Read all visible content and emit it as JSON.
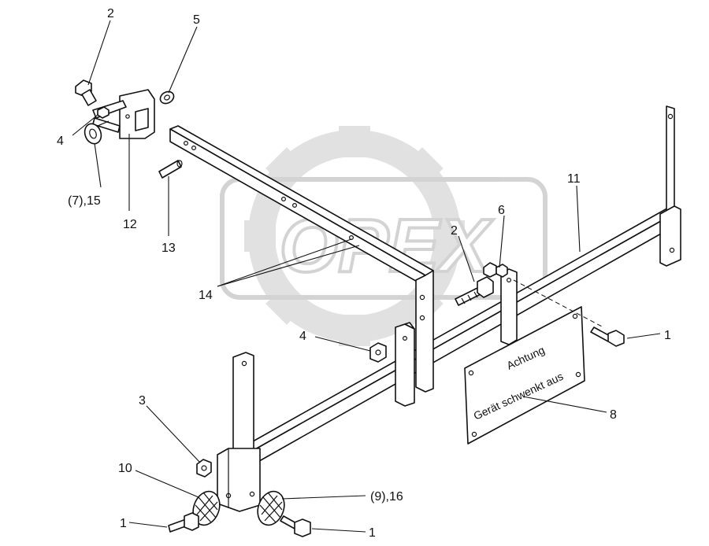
{
  "watermark": {
    "text": "OPEX"
  },
  "plate": {
    "line1": "Achtung",
    "line2": "Gerät schwenkt aus"
  },
  "callouts": {
    "c2_top": "2",
    "c5": "5",
    "c4_top": "4",
    "c7_15": "(7),15",
    "c12": "12",
    "c13": "13",
    "c14": "14",
    "c11": "11",
    "c6": "6",
    "c2_mid": "2",
    "c1_right": "1",
    "c4_mid": "4",
    "c8": "8",
    "c3": "3",
    "c10": "10",
    "c9_16": "(9),16",
    "c1_bottom_left": "1",
    "c1_bottom_right": "1"
  },
  "colors": {
    "line": "#111111",
    "watermark": "#cfcfcf"
  }
}
